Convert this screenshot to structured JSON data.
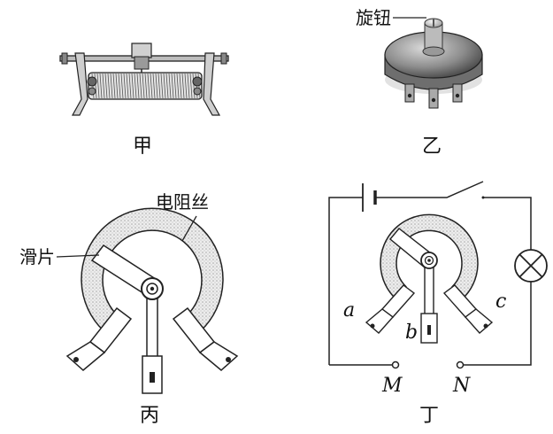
{
  "panels": {
    "jia": {
      "caption": "甲"
    },
    "yi": {
      "caption": "乙",
      "knob_label": "旋钮"
    },
    "bing": {
      "caption": "丙",
      "wire_label": "电阻丝",
      "slider_label": "滑片"
    },
    "ding": {
      "caption": "丁",
      "terminal_a": "a",
      "terminal_b": "b",
      "terminal_c": "c",
      "point_m": "M",
      "point_n": "N"
    }
  }
}
